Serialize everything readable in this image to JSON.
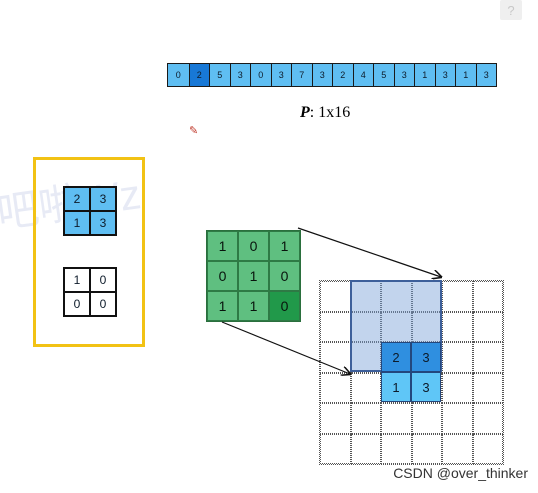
{
  "vector": {
    "values": [
      "0",
      "2",
      "5",
      "3",
      "0",
      "3",
      "7",
      "3",
      "2",
      "4",
      "5",
      "3",
      "1",
      "3",
      "1",
      "3"
    ],
    "highlight_index": 1,
    "label_var": "P",
    "label_size": ": 1x16"
  },
  "kernel_panel": {
    "blue_kernel": [
      "2",
      "3",
      "1",
      "3"
    ],
    "white_kernel": [
      "1",
      "0",
      "0",
      "0"
    ],
    "color": "#f2c214"
  },
  "green_input": [
    "1",
    "0",
    "1",
    "0",
    "1",
    "0",
    "1",
    "1",
    "0"
  ],
  "output_values": {
    "top_left": "2",
    "top_right": "3",
    "bottom_left": "1",
    "bottom_right": "3"
  },
  "watermark": "CSDN @over_thinker",
  "side_watermark": "吧啦Wz",
  "icons": {
    "top_right": "help-icon",
    "pen": "pen-icon"
  },
  "colors": {
    "vector_cell": "#5fbef2",
    "vector_highlight": "#1878d6",
    "green": "#5fbf80",
    "green_dark": "#21994a",
    "blue_region": "#3d5f9a"
  }
}
